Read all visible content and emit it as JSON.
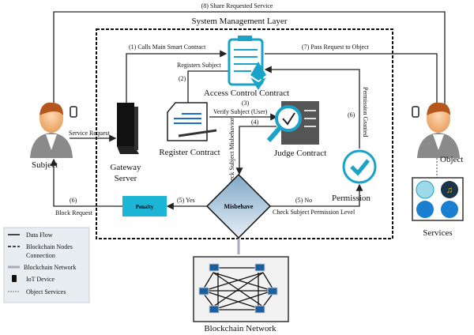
{
  "colors": {
    "accent": "#1aa3c8",
    "penalty": "#1bb5d6",
    "diamond": "#a9c6dc",
    "legend_bg": "#e8edf2"
  },
  "top": {
    "share": "(8) Share Requested Service",
    "layer": "System Management Layer"
  },
  "nodes": {
    "subject": "Subject",
    "gateway1": "Gateway",
    "gateway2": "Server",
    "access": "Access Control Contract",
    "register": "Register Contract",
    "judge": "Judge Contract",
    "permission": "Permission",
    "misbehave": "Misbehave",
    "penalty": "Penalty",
    "object": "Object",
    "services": "Services",
    "blockchain": "Blockchain Network"
  },
  "edges": {
    "e1": "(1)  Calls Main Smart Contract",
    "e7": "(7)  Pass Request to Object",
    "registers": "Registers Subject",
    "e2": "(2)",
    "e3": "(3)",
    "verify": "Verify Subject (User)",
    "e4": "(4)",
    "misbehavior": "Check Subject Misbehavior",
    "e6a": "(6)",
    "granted": "Permission Granted",
    "e5no": "(5)  No",
    "level": "Check Subject Permission Level",
    "e5yes": "(5)  Yes",
    "e6b": "(6)",
    "block": "Block Request",
    "service_request": "Service Request"
  },
  "legend": [
    "Data Flow",
    "Blockchain Nodes",
    "Connection",
    "Blockchain Network",
    "IoT Device",
    "Object Services"
  ],
  "icons": [
    "person-icon",
    "server-icon",
    "clipboard-icon",
    "ethereum-icon",
    "document-icon",
    "pen-icon",
    "magnifier-check-icon",
    "check-circle-icon",
    "phone-icon",
    "pie-chart-icon",
    "music-icon",
    "video-icon",
    "chat-icon",
    "computer-icon"
  ]
}
